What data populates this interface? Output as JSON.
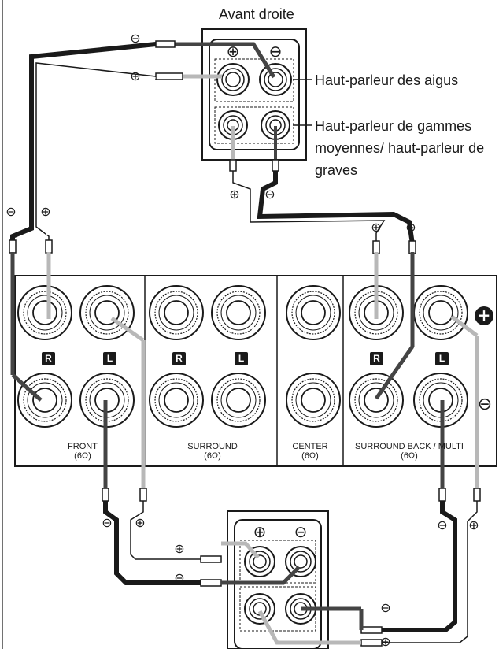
{
  "top_speaker": {
    "title": "Avant droite",
    "tweeter_label": "Haut-parleur des aigus",
    "woofer_label_lines": [
      "Haut-parleur de gammes",
      "moyennes/ haut-parleur de",
      "graves"
    ]
  },
  "symbols": {
    "plus": "⊕",
    "minus": "⊖"
  },
  "panel": {
    "groups": [
      {
        "name": "FRONT",
        "impedance": "(6Ω)"
      },
      {
        "name": "SURROUND",
        "impedance": "(6Ω)"
      },
      {
        "name": "CENTER",
        "impedance": "(6Ω)"
      },
      {
        "name": "SURROUND BACK / MULTI",
        "impedance": "(6Ω)"
      }
    ],
    "channel_badges": [
      "R",
      "L",
      "R",
      "L",
      "R",
      "L"
    ]
  },
  "colors": {
    "positive_wire": "#b8b8b8",
    "negative_wire": "#1a1a1a",
    "outline": "#1a1a1a"
  }
}
